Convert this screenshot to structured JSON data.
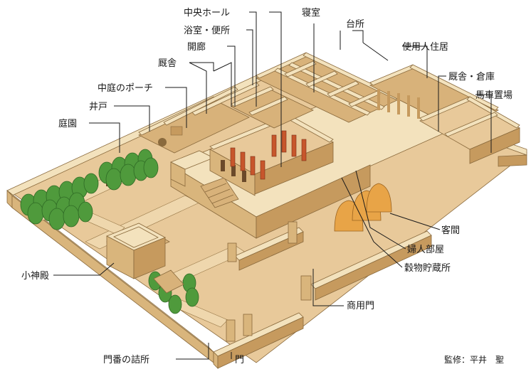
{
  "labels": {
    "chuo_hall": "中央ホール",
    "shinshitsu": "寝室",
    "daidokoro": "台所",
    "yokushitsu": "浴室・便所",
    "kairou": "開廊",
    "shiyounin": "使用人住居",
    "kyuusha": "厩舎",
    "kyuusha_souko": "厩舎・倉庫",
    "basha": "馬車置場",
    "porch": "中庭のポーチ",
    "ido": "井戸",
    "teien": "庭園",
    "kyakuma": "客間",
    "fujin": "婦人部屋",
    "kokumotsu": "穀物貯蔵所",
    "shoyoumon": "商用門",
    "shoushinden": "小神殿",
    "monban": "門番の詰所",
    "mon": "門"
  },
  "credit": "監修：平井　聖"
}
